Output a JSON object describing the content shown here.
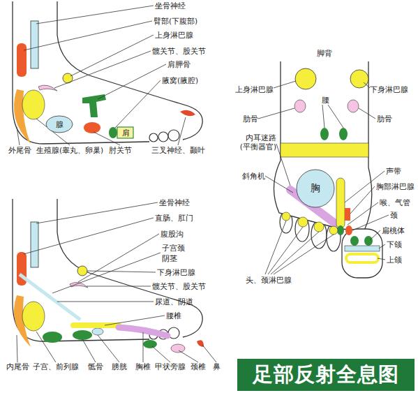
{
  "diagram": {
    "title": "足部反射全息图",
    "nodes": [
      {
        "text": [
          "腺"
        ]
      },
      {
        "text": [
          "肩"
        ]
      },
      {
        "text": [
          "胸"
        ]
      }
    ],
    "labels": [
      "坐骨神经",
      "臂部(下腹部)",
      "上身淋巴腺",
      "髋关节、股关节",
      "肩胛骨",
      "腋窝(腋腔)",
      "外尾骨",
      "生殖腺(睾丸、卵巢)",
      "肘关节",
      "三叉神经、颞叶",
      "脚背",
      "上身淋巴腺",
      "下身淋巴腺",
      "肋骨",
      "腰",
      "肋骨",
      "内耳迷路 (平衡器官)",
      "斜角机",
      "声带",
      "胸部淋巴腺",
      "喉、气管",
      "颈",
      "扁桃体",
      "下颌",
      "上颌",
      "头、颈淋巴腺",
      "坐骨神经",
      "直肠、肛门",
      "腹股沟",
      "子宫颈",
      "阴茎",
      "下身淋巴腺",
      "髋关节、股关节",
      "尿道、阴道",
      "腰椎",
      "内尾骨",
      "子宫、前列腺",
      "骶骨",
      "膀胱",
      "胸椎",
      "甲状旁腺",
      "颈椎",
      "鼻"
    ]
  }
}
